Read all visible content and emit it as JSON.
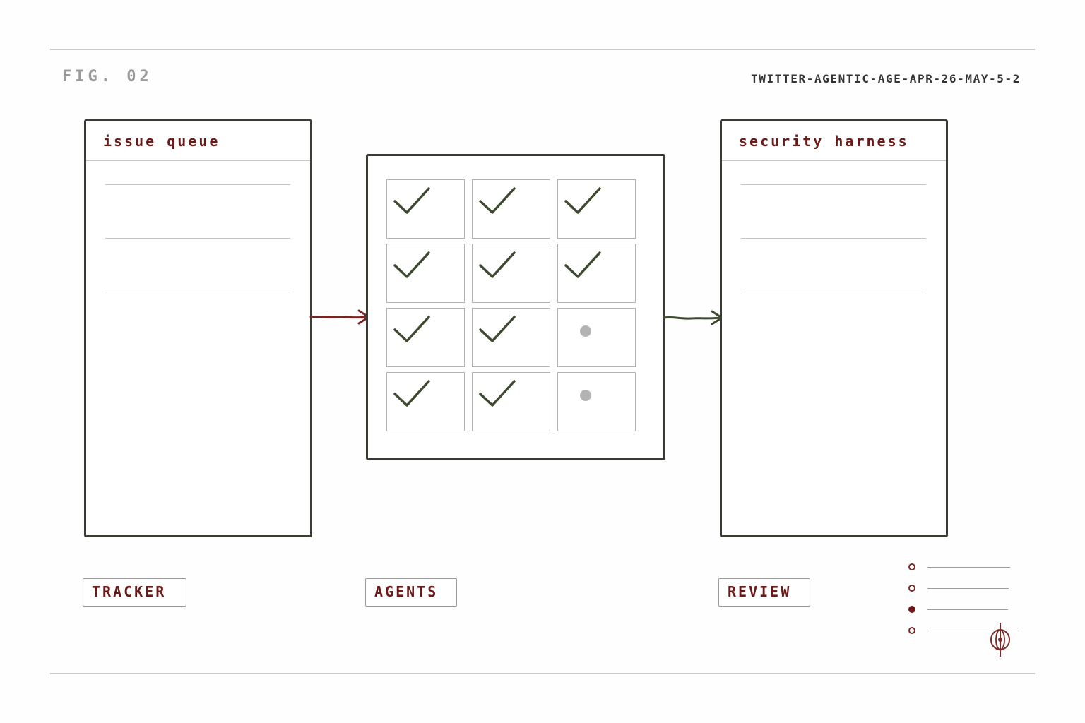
{
  "header": {
    "fig_label": "FIG. 02",
    "doc_id": "TWITTER-AGENTIC-AGE-APR-26-MAY-5-2"
  },
  "panels": {
    "left": {
      "title": "issue queue"
    },
    "right": {
      "title": "security harness"
    }
  },
  "agents_grid": {
    "rows": 4,
    "cols": 3,
    "cells": [
      "check",
      "check",
      "check",
      "check",
      "check",
      "check",
      "check",
      "check",
      "pending",
      "check",
      "check",
      "pending"
    ]
  },
  "tags": {
    "tracker": "TRACKER",
    "agents": "AGENTS",
    "review": "REVIEW"
  },
  "legend": {
    "items": [
      {
        "state": "open"
      },
      {
        "state": "open"
      },
      {
        "state": "filled"
      },
      {
        "state": "open"
      }
    ]
  },
  "colors": {
    "ink": "#3a3c33",
    "accent": "#6b1a1a",
    "check": "#3d4a2f",
    "pending": "#b3b3b3",
    "rule": "#c9c9c9"
  },
  "icons": {
    "corner_mark": "compass-mark-icon"
  }
}
